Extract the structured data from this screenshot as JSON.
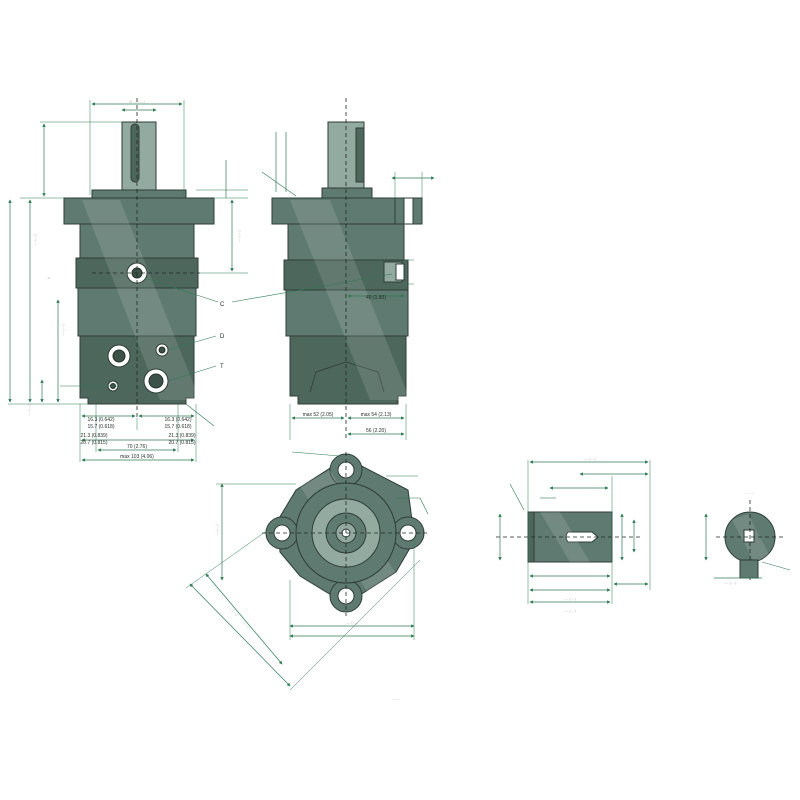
{
  "drawing": {
    "front_view": {
      "port_labels": [
        "C",
        "D",
        "T"
      ],
      "dims_bottom": [
        "16.3 (0.642)",
        "16.3 (0.642)",
        "15.7 (0.618)",
        "15.7 (0.618)",
        "21.3 (0.839)",
        "21.3 (0.839)",
        "20.7 (0.815)",
        "20.7 (0.815)",
        "70 (2.76)",
        "max 103 (4.06)"
      ]
    },
    "side_view": {
      "dims": [
        "40 (1.60)",
        "max 52 (2.05)",
        "max 54 (2.13)",
        "56 (2.20)"
      ]
    }
  }
}
